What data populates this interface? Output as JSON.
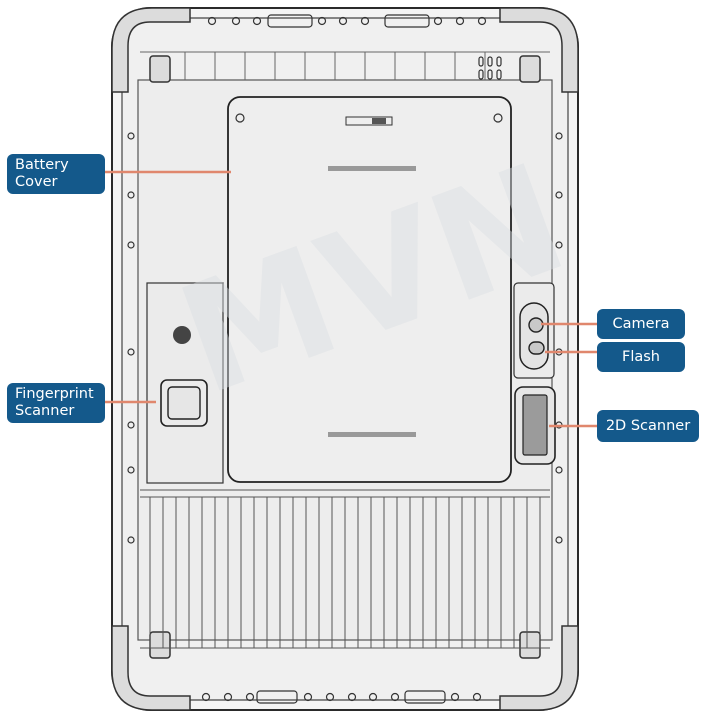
{
  "callouts": {
    "battery_cover": "Battery\nCover",
    "fingerprint_scanner": "Fingerprint\nScanner",
    "camera": "Camera",
    "flash": "Flash",
    "scanner_2d": "2D Scanner"
  },
  "watermark": "MVN",
  "colors": {
    "label_bg": "#14598b",
    "label_text": "#ffffff",
    "leader_line": "#e0876d",
    "outline": "#2a2a2a",
    "body_fill": "#f2f2f2"
  }
}
